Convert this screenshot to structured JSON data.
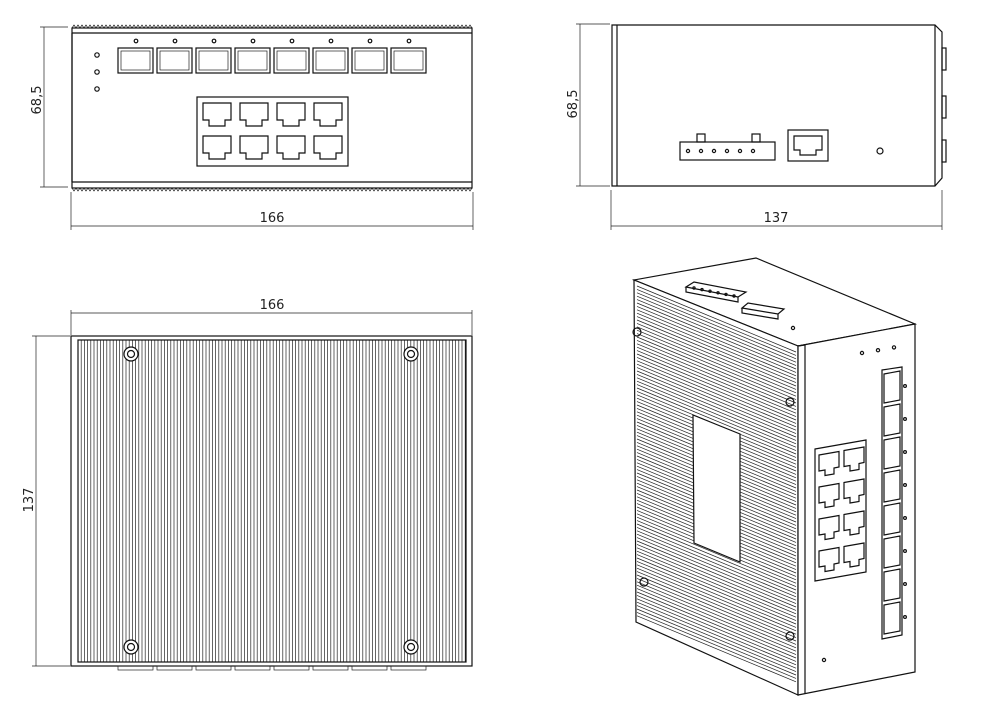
{
  "dimensions": {
    "front_width": "166",
    "front_height": "68,5",
    "side_width": "137",
    "side_height": "68,5",
    "top_width": "166",
    "top_depth": "137"
  },
  "counts": {
    "sfp_ports": 8,
    "rj45_ports": 8,
    "status_leds": 3
  }
}
